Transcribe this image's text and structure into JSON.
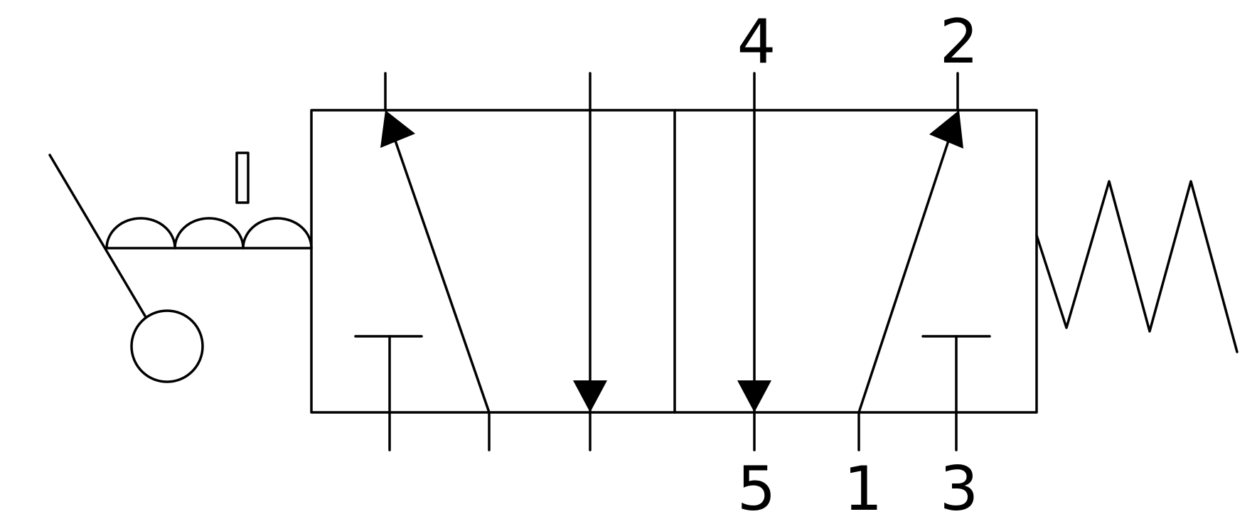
{
  "diagram": {
    "type": "pneumatic-5-2-valve-symbol",
    "actuator_left": "roller-lever-with-detent",
    "return_right": "spring",
    "ports": {
      "top_left": "4",
      "top_right": "2",
      "bottom_left": "5",
      "bottom_middle": "1",
      "bottom_right": "3"
    },
    "colors": {
      "line": "#000000",
      "background": "#ffffff"
    }
  }
}
